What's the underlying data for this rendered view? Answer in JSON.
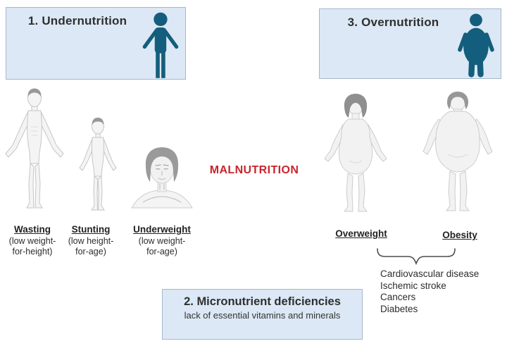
{
  "diagram": {
    "center_title": "MALNUTRITION"
  },
  "colors": {
    "box_fill": "#dce8f5",
    "box_border": "#a6b7c9",
    "icon_teal": "#135e7c",
    "title_red": "#c9242b",
    "text_dark": "#2d2d2d",
    "figure_outline": "#c6c6c6",
    "figure_fill": "#f4f4f4",
    "figure_hair": "#989898"
  },
  "header_boxes": {
    "undernutrition": {
      "label": "1. Undernutrition",
      "icon": "thin-person-icon"
    },
    "overnutrition": {
      "label": "3. Overnutrition",
      "icon": "obese-person-icon"
    }
  },
  "undernutrition_types": [
    {
      "name": "Wasting",
      "desc1": "(low weight-",
      "desc2": "for-height)"
    },
    {
      "name": "Stunting",
      "desc1": "(low height-",
      "desc2": "for-age)"
    },
    {
      "name": "Underweight",
      "desc1": "(low weight-",
      "desc2": "for-age)"
    }
  ],
  "overnutrition_types": [
    {
      "name": "Overweight"
    },
    {
      "name": "Obesity"
    }
  ],
  "consequences": [
    "Cardiovascular disease",
    "Ischemic stroke",
    "Cancers",
    "Diabetes"
  ],
  "micronutrient_box": {
    "title": "2. Micronutrient deficiencies",
    "subtitle": "lack of essential vitamins and minerals"
  }
}
